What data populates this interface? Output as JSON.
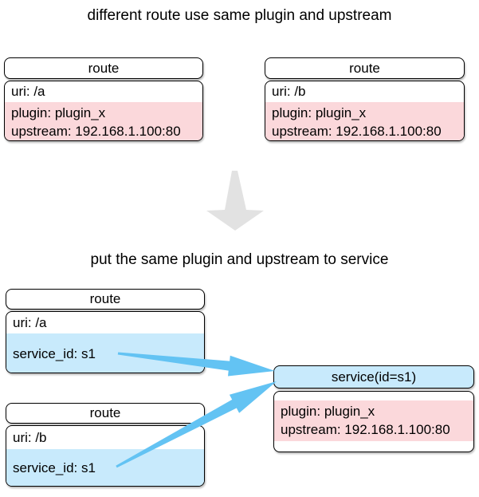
{
  "colors": {
    "pink": "#fbd8db",
    "light_blue": "#c8eafc",
    "arrow_blue": "#63c3f3",
    "arrow_gray": "#e2e2e2"
  },
  "section1": {
    "title": "different route use same plugin and upstream",
    "routes": [
      {
        "header": "route",
        "uri": "uri: /a",
        "plugin": "plugin: plugin_x",
        "upstream": "upstream: 192.168.1.100:80"
      },
      {
        "header": "route",
        "uri": "uri: /b",
        "plugin": "plugin: plugin_x",
        "upstream": "upstream: 192.168.1.100:80"
      }
    ]
  },
  "section2": {
    "title": "put the same plugin and upstream to service",
    "routes": [
      {
        "header": "route",
        "uri": "uri: /a",
        "service_id": "service_id: s1"
      },
      {
        "header": "route",
        "uri": "uri: /b",
        "service_id": "service_id: s1"
      }
    ],
    "service": {
      "header": "service(id=s1)",
      "plugin": "plugin: plugin_x",
      "upstream": "upstream: 192.168.1.100:80"
    }
  }
}
